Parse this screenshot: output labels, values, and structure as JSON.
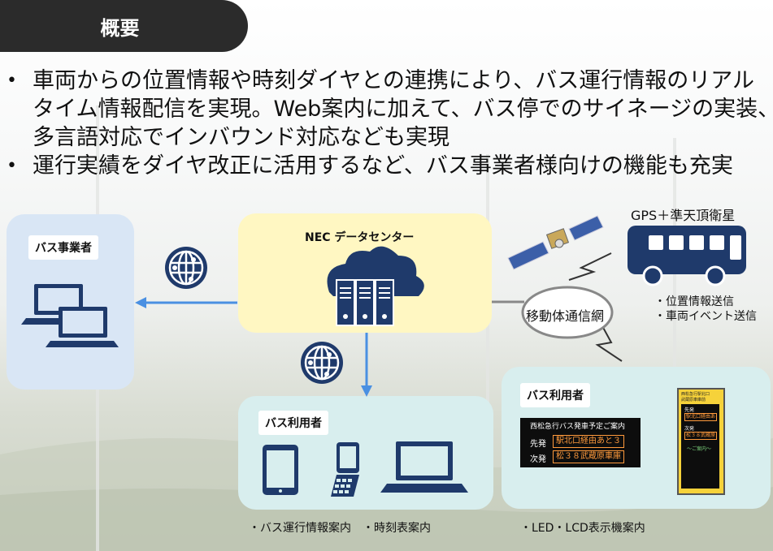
{
  "header": {
    "title": "概要"
  },
  "bullets": [
    {
      "lines": [
        "車両からの位置情報や時刻ダイヤとの連携により、バス運行情報のリアル",
        "タイム情報配信を実現。Web案内に加えて、バス停でのサイネージの実装、",
        "多言語対応でインバウンド対応なども実現"
      ]
    },
    {
      "lines": [
        "運行実績をダイヤ改正に活用するなど、バス事業者様向けの機能も充実"
      ]
    }
  ],
  "bullet_symbol": "•",
  "diagram": {
    "operator": {
      "label": "バス事業者"
    },
    "datacenter": {
      "label": "NEC データセンター"
    },
    "network": {
      "label": "移動体通信網"
    },
    "satellite": {
      "label": "GPS＋準天頂衛星"
    },
    "bus_caption": [
      "・位置情報送信",
      "・車両イベント送信"
    ],
    "user1": {
      "label": "バス利用者",
      "caption": "・バス運行情報案内　・時刻表案内"
    },
    "user2": {
      "label": "バス利用者",
      "caption": "・LED・LCD表示機案内"
    },
    "led_sign": {
      "title": "西松急行バス発車予定ご案内",
      "rows": [
        {
          "label": "先発",
          "value": "駅北口経由あと３"
        },
        {
          "label": "次発",
          "value": "松３８武蔵原車庫"
        }
      ]
    },
    "lcd_sign": {
      "header1": "西松急行駅北口",
      "header2": "武蔵原車庫前",
      "row1_label": "先発",
      "row1_value": "駅北口経由あ",
      "row2_label": "次発",
      "row2_value": "松３８武蔵原",
      "footer": "～ご案内～"
    }
  },
  "colors": {
    "arrow": "#4a90e2",
    "icon_navy": "#1f3a6b",
    "title_bg": "#2b2b2b"
  }
}
